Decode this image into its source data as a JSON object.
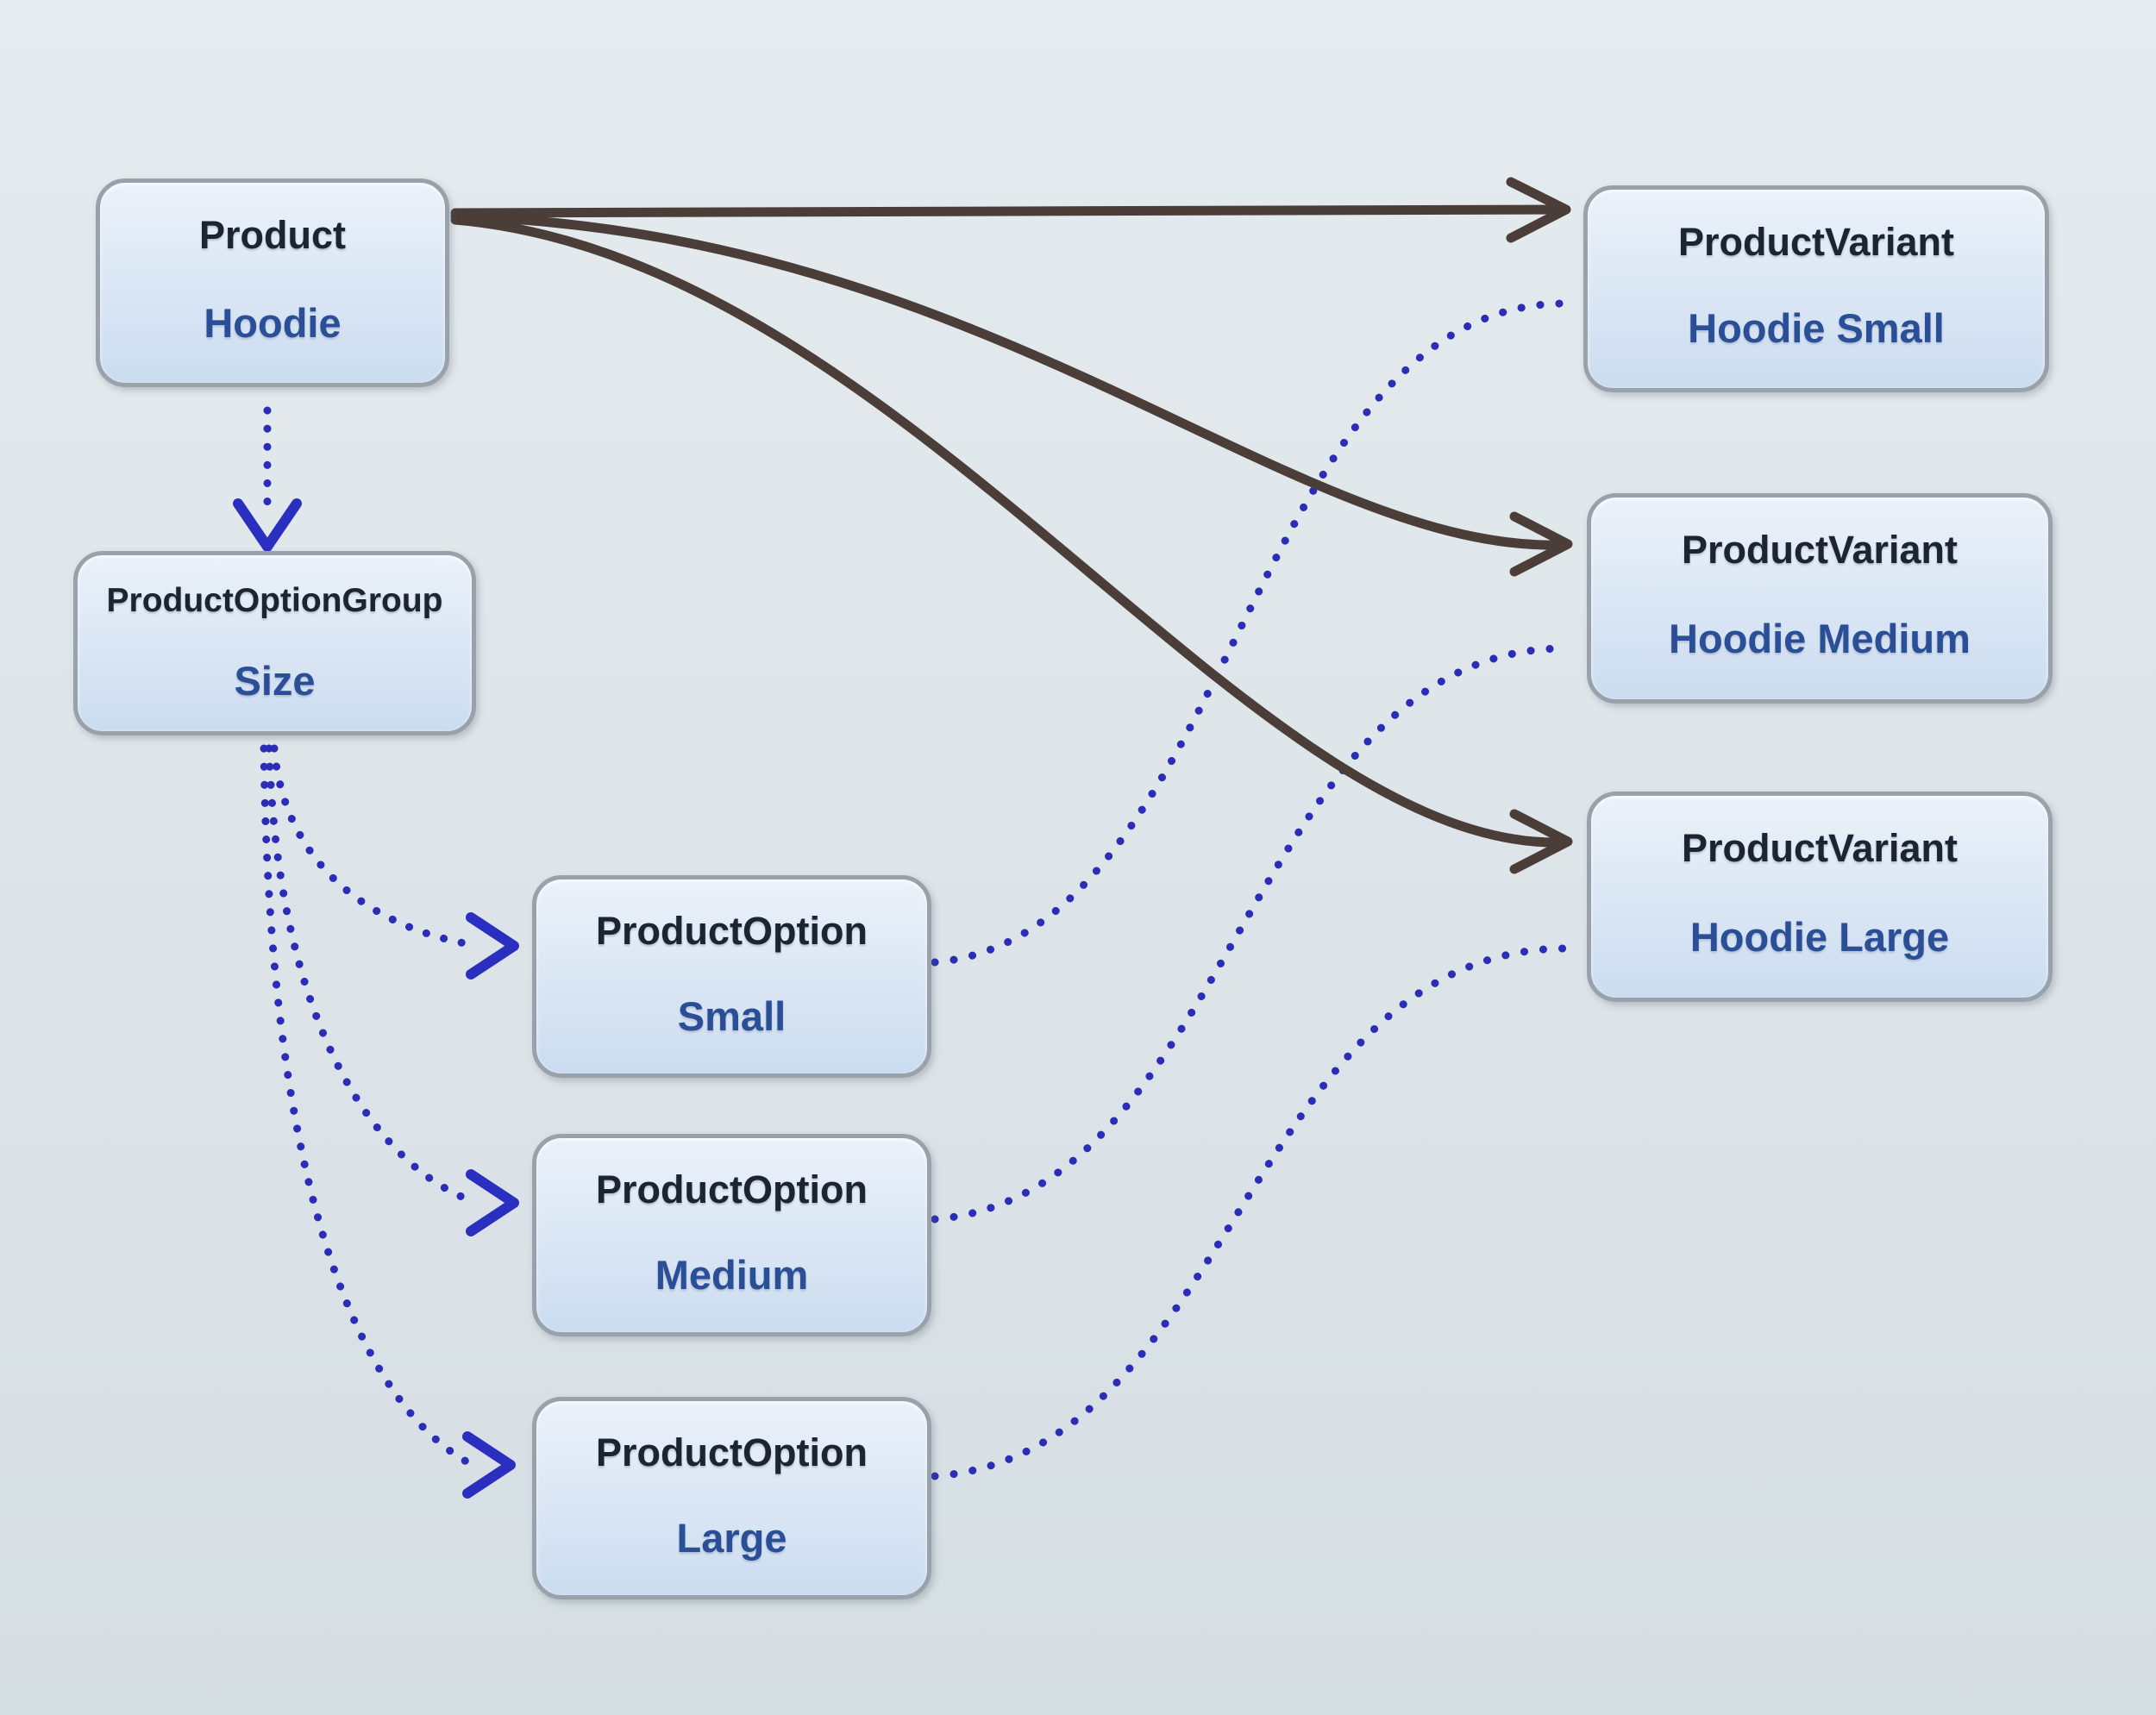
{
  "diagram": {
    "nodes": [
      {
        "id": "product",
        "title": "Product",
        "subtitle": "Hoodie"
      },
      {
        "id": "option-group",
        "title": "ProductOptionGroup",
        "subtitle": "Size"
      },
      {
        "id": "option-small",
        "title": "ProductOption",
        "subtitle": "Small"
      },
      {
        "id": "option-medium",
        "title": "ProductOption",
        "subtitle": "Medium"
      },
      {
        "id": "option-large",
        "title": "ProductOption",
        "subtitle": "Large"
      },
      {
        "id": "variant-small",
        "title": "ProductVariant",
        "subtitle": "Hoodie Small"
      },
      {
        "id": "variant-medium",
        "title": "ProductVariant",
        "subtitle": "Hoodie Medium"
      },
      {
        "id": "variant-large",
        "title": "ProductVariant",
        "subtitle": "Hoodie Large"
      }
    ],
    "edges": [
      {
        "from": "product",
        "to": "variant-small",
        "style": "solid-arrow"
      },
      {
        "from": "product",
        "to": "variant-medium",
        "style": "solid-arrow"
      },
      {
        "from": "product",
        "to": "variant-large",
        "style": "solid-arrow"
      },
      {
        "from": "product",
        "to": "option-group",
        "style": "dotted-arrow"
      },
      {
        "from": "option-group",
        "to": "option-small",
        "style": "dotted-arrow"
      },
      {
        "from": "option-group",
        "to": "option-medium",
        "style": "dotted-arrow"
      },
      {
        "from": "option-group",
        "to": "option-large",
        "style": "dotted-arrow"
      },
      {
        "from": "option-small",
        "to": "variant-small",
        "style": "dotted"
      },
      {
        "from": "option-medium",
        "to": "variant-medium",
        "style": "dotted"
      },
      {
        "from": "option-large",
        "to": "variant-large",
        "style": "dotted"
      }
    ],
    "colors": {
      "solid_edge": "#4b3e39",
      "dotted_edge": "#2b2db6",
      "arrowhead_blue": "#2b2fc0",
      "node_border": "#99a2aa",
      "title_text": "#1c2331",
      "subtitle_text": "#2a4f97"
    }
  }
}
